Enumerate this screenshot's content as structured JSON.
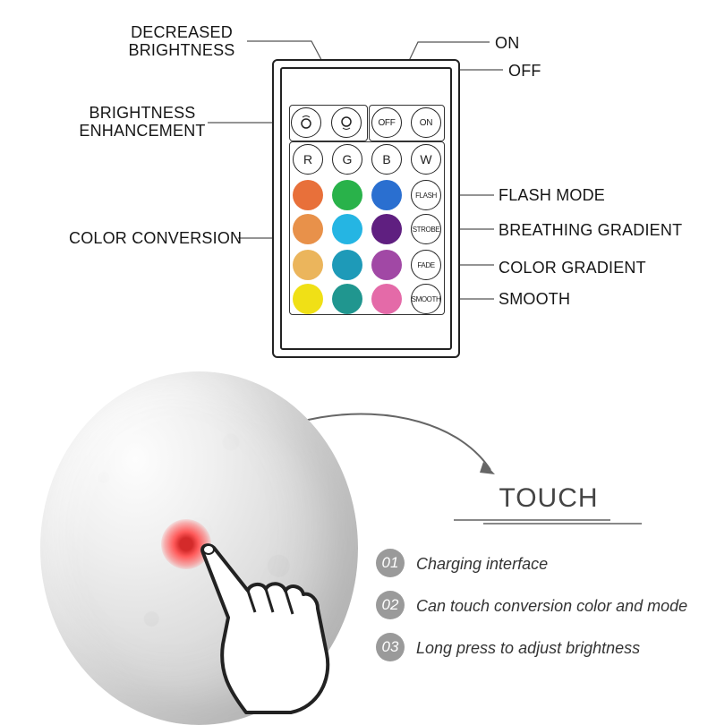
{
  "remote": {
    "brightness_down_icon": "sun-minus-icon",
    "brightness_up_icon": "sun-plus-icon",
    "off_label": "OFF",
    "on_label": "ON",
    "rgbw": [
      "R",
      "G",
      "B",
      "W"
    ],
    "color_rows": [
      [
        "#e8703a",
        "#29b24a",
        "#2a6fd0"
      ],
      [
        "#e8914a",
        "#25b5e3",
        "#5f1f80"
      ],
      [
        "#ebb55c",
        "#1e9ab8",
        "#a148a5"
      ],
      [
        "#f0e016",
        "#20968f",
        "#e46aa8"
      ]
    ],
    "mode_buttons": [
      "FLASH",
      "STROBE",
      "FADE",
      "SMOOTH"
    ]
  },
  "labels": {
    "decreased_brightness": "DECREASED\nBRIGHTNESS",
    "brightness_enhancement": "BRIGHTNESS\nENHANCEMENT",
    "color_conversion": "COLOR CONVERSION",
    "on": "ON",
    "off": "OFF",
    "flash_mode": "FLASH MODE",
    "breathing_gradient": "BREATHING GRADIENT",
    "color_gradient": "COLOR GRADIENT",
    "smooth": "SMOOTH"
  },
  "touch": {
    "title": "TOUCH",
    "features": [
      {
        "num": "01",
        "text": "Charging interface"
      },
      {
        "num": "02",
        "text": "Can touch conversion color and mode"
      },
      {
        "num": "03",
        "text": "Long press to adjust brightness"
      }
    ]
  }
}
